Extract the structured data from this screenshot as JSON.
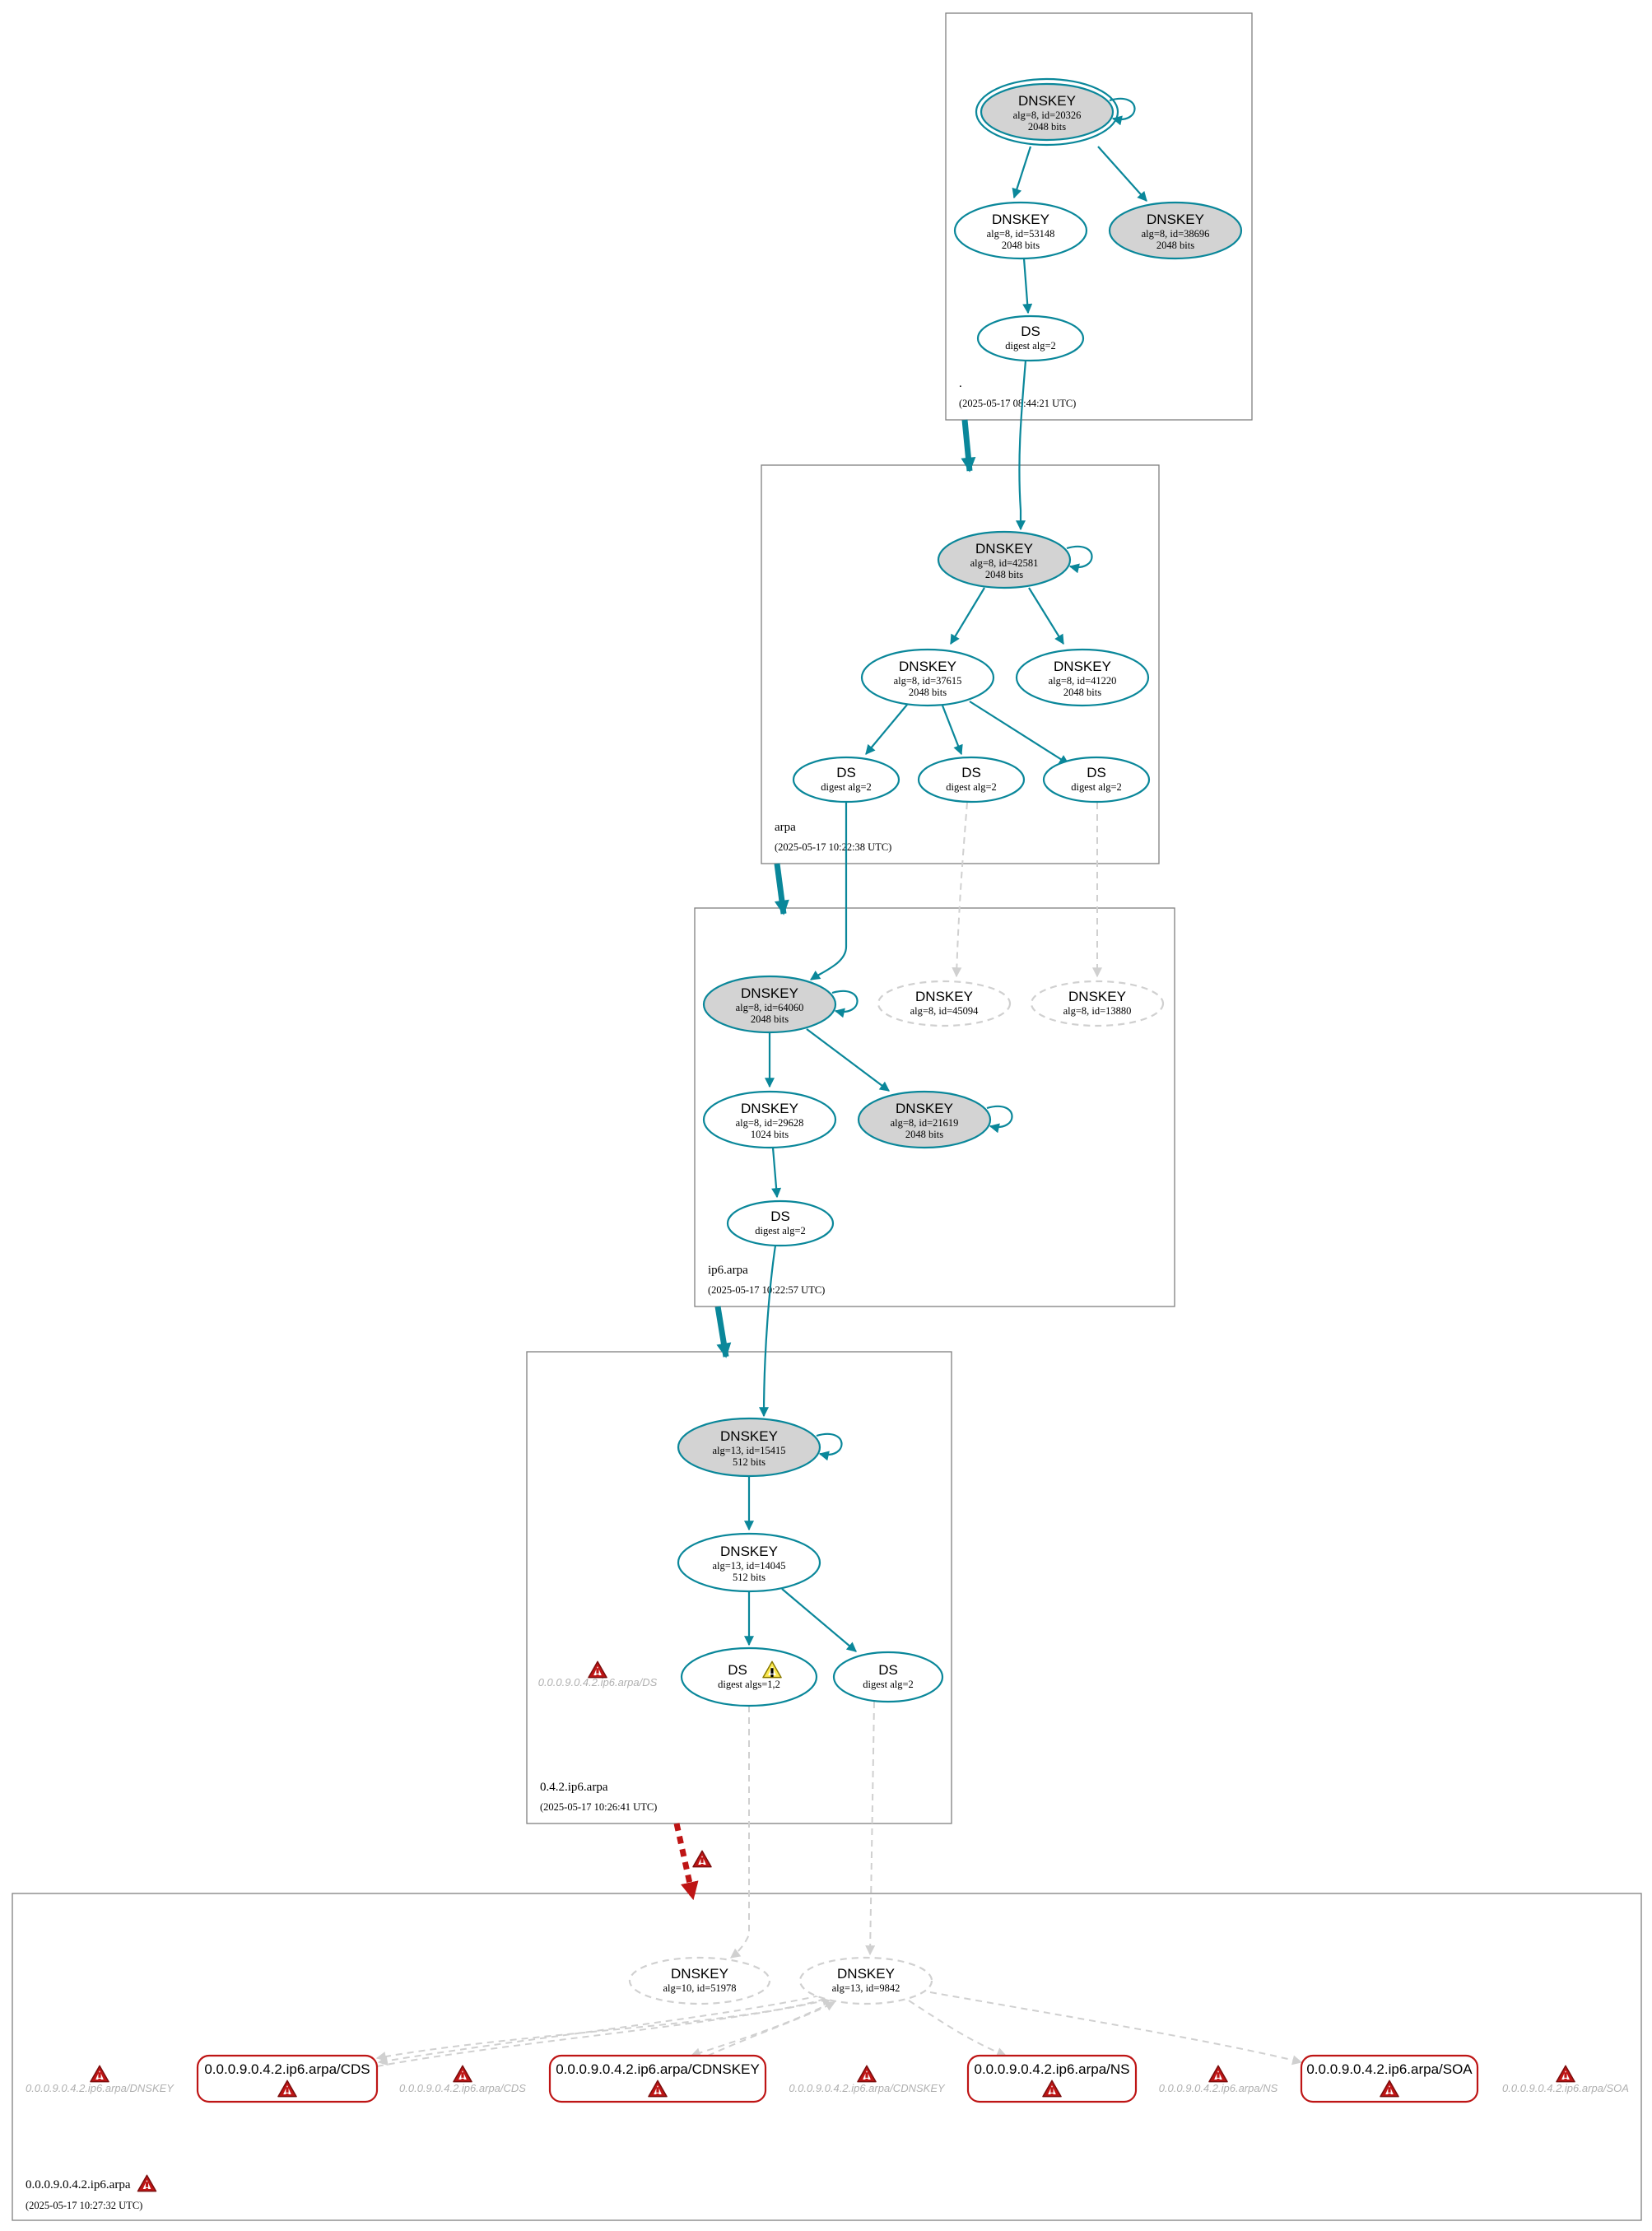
{
  "colors": {
    "secure": "#0a879a",
    "error": "#be1515",
    "insecure": "#d0d0d0",
    "zone_border": "#7f7f7f",
    "ksk_fill": "#d3d3d3",
    "error_label": "#b0b0b0",
    "warning_fill": "#fce94f"
  },
  "zones": [
    {
      "id": "root",
      "name": ".",
      "timestamp": "(2025-05-17 08:44:21 UTC)"
    },
    {
      "id": "arpa",
      "name": "arpa",
      "timestamp": "(2025-05-17 10:22:38 UTC)"
    },
    {
      "id": "ip6arpa",
      "name": "ip6.arpa",
      "timestamp": "(2025-05-17 10:22:57 UTC)"
    },
    {
      "id": "z042",
      "name": "0.4.2.ip6.arpa",
      "timestamp": "(2025-05-17 10:26:41 UTC)"
    },
    {
      "id": "z000",
      "name": "0.0.0.9.0.4.2.ip6.arpa",
      "timestamp": "(2025-05-17 10:27:32 UTC)",
      "warning": true
    }
  ],
  "nodes": [
    {
      "id": "root_ksk",
      "title": "DNSKEY",
      "sub1": "alg=8, id=20326",
      "sub2": "2048 bits",
      "fill": true,
      "double": true,
      "selfloop": true
    },
    {
      "id": "root_zsk1",
      "title": "DNSKEY",
      "sub1": "alg=8, id=53148",
      "sub2": "2048 bits"
    },
    {
      "id": "root_zsk2",
      "title": "DNSKEY",
      "sub1": "alg=8, id=38696",
      "sub2": "2048 bits",
      "fill": true
    },
    {
      "id": "root_ds",
      "title": "DS",
      "sub1": "digest alg=2"
    },
    {
      "id": "arpa_ksk",
      "title": "DNSKEY",
      "sub1": "alg=8, id=42581",
      "sub2": "2048 bits",
      "fill": true,
      "selfloop": true
    },
    {
      "id": "arpa_zsk1",
      "title": "DNSKEY",
      "sub1": "alg=8, id=37615",
      "sub2": "2048 bits"
    },
    {
      "id": "arpa_zsk2",
      "title": "DNSKEY",
      "sub1": "alg=8, id=41220",
      "sub2": "2048 bits"
    },
    {
      "id": "arpa_ds1",
      "title": "DS",
      "sub1": "digest alg=2"
    },
    {
      "id": "arpa_ds2",
      "title": "DS",
      "sub1": "digest alg=2"
    },
    {
      "id": "arpa_ds3",
      "title": "DS",
      "sub1": "digest alg=2"
    },
    {
      "id": "ip6_ksk",
      "title": "DNSKEY",
      "sub1": "alg=8, id=64060",
      "sub2": "2048 bits",
      "fill": true,
      "selfloop": true
    },
    {
      "id": "ip6_missing1",
      "title": "DNSKEY",
      "sub1": "alg=8, id=45094",
      "dashed": true
    },
    {
      "id": "ip6_missing2",
      "title": "DNSKEY",
      "sub1": "alg=8, id=13880",
      "dashed": true
    },
    {
      "id": "ip6_zsk1",
      "title": "DNSKEY",
      "sub1": "alg=8, id=29628",
      "sub2": "1024 bits"
    },
    {
      "id": "ip6_zsk2",
      "title": "DNSKEY",
      "sub1": "alg=8, id=21619",
      "sub2": "2048 bits",
      "fill": true,
      "selfloop": true
    },
    {
      "id": "ip6_ds",
      "title": "DS",
      "sub1": "digest alg=2"
    },
    {
      "id": "z042_ksk",
      "title": "DNSKEY",
      "sub1": "alg=13, id=15415",
      "sub2": "512 bits",
      "fill": true,
      "selfloop": true
    },
    {
      "id": "z042_zsk",
      "title": "DNSKEY",
      "sub1": "alg=13, id=14045",
      "sub2": "512 bits"
    },
    {
      "id": "z042_ds1",
      "title": "DS",
      "sub1": "digest algs=1,2",
      "warning": true
    },
    {
      "id": "z042_ds2",
      "title": "DS",
      "sub1": "digest alg=2"
    },
    {
      "id": "z000_key1",
      "title": "DNSKEY",
      "sub1": "alg=10, id=51978",
      "dashed": true
    },
    {
      "id": "z000_key2",
      "title": "DNSKEY",
      "sub1": "alg=13, id=9842",
      "dashed": true
    }
  ],
  "rrsets": [
    {
      "id": "rr_cds",
      "label": "0.0.0.9.0.4.2.ip6.arpa/CDS"
    },
    {
      "id": "rr_cdnskey",
      "label": "0.0.0.9.0.4.2.ip6.arpa/CDNSKEY"
    },
    {
      "id": "rr_ns",
      "label": "0.0.0.9.0.4.2.ip6.arpa/NS"
    },
    {
      "id": "rr_soa",
      "label": "0.0.0.9.0.4.2.ip6.arpa/SOA"
    }
  ],
  "errors": [
    {
      "id": "err_ds",
      "label": "0.0.0.9.0.4.2.ip6.arpa/DS"
    },
    {
      "id": "err_dnskey",
      "label": "0.0.0.9.0.4.2.ip6.arpa/DNSKEY"
    },
    {
      "id": "err_cds",
      "label": "0.0.0.9.0.4.2.ip6.arpa/CDS"
    },
    {
      "id": "err_cdnskey",
      "label": "0.0.0.9.0.4.2.ip6.arpa/CDNSKEY"
    },
    {
      "id": "err_ns",
      "label": "0.0.0.9.0.4.2.ip6.arpa/NS"
    },
    {
      "id": "err_soa",
      "label": "0.0.0.9.0.4.2.ip6.arpa/SOA"
    }
  ]
}
